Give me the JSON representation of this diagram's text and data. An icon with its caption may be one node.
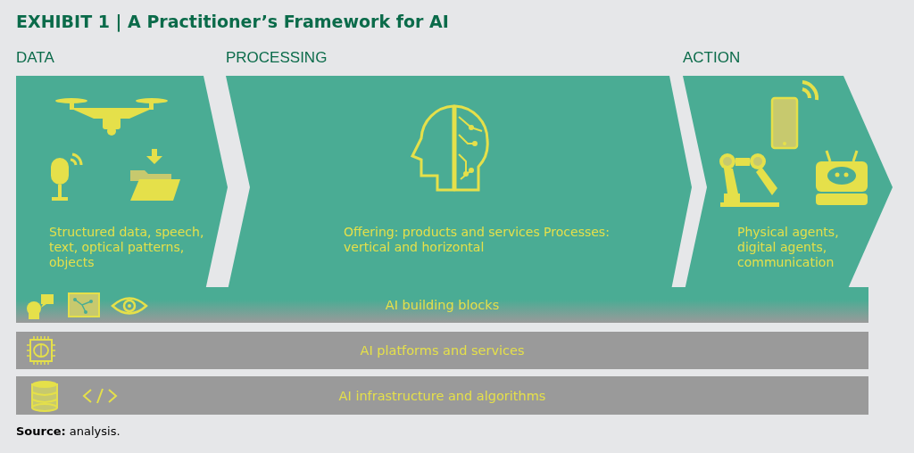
{
  "diagram": {
    "title": "EXHIBIT 1 | A Practitioner’s Framework for AI",
    "caption": "**Source:** analysis.",
    "nodes": [
      {
        "text": [
          "DATA",
          "Structured data, speech, text, optical patterns, objects"
        ]
      },
      {
        "text": [
          "PROCESSING",
          "Offering: products and services Processes: vertical and horizontal"
        ]
      },
      {
        "text": [
          "ACTION",
          "Physical agents, digital agents, communication"
        ]
      },
      {
        "text": [
          "AI building blocks"
        ]
      },
      {
        "text": [
          "AI platforms and services"
        ]
      },
      {
        "text": [
          "AI infrastructure and algorithms"
        ]
      }
    ]
  }
}
